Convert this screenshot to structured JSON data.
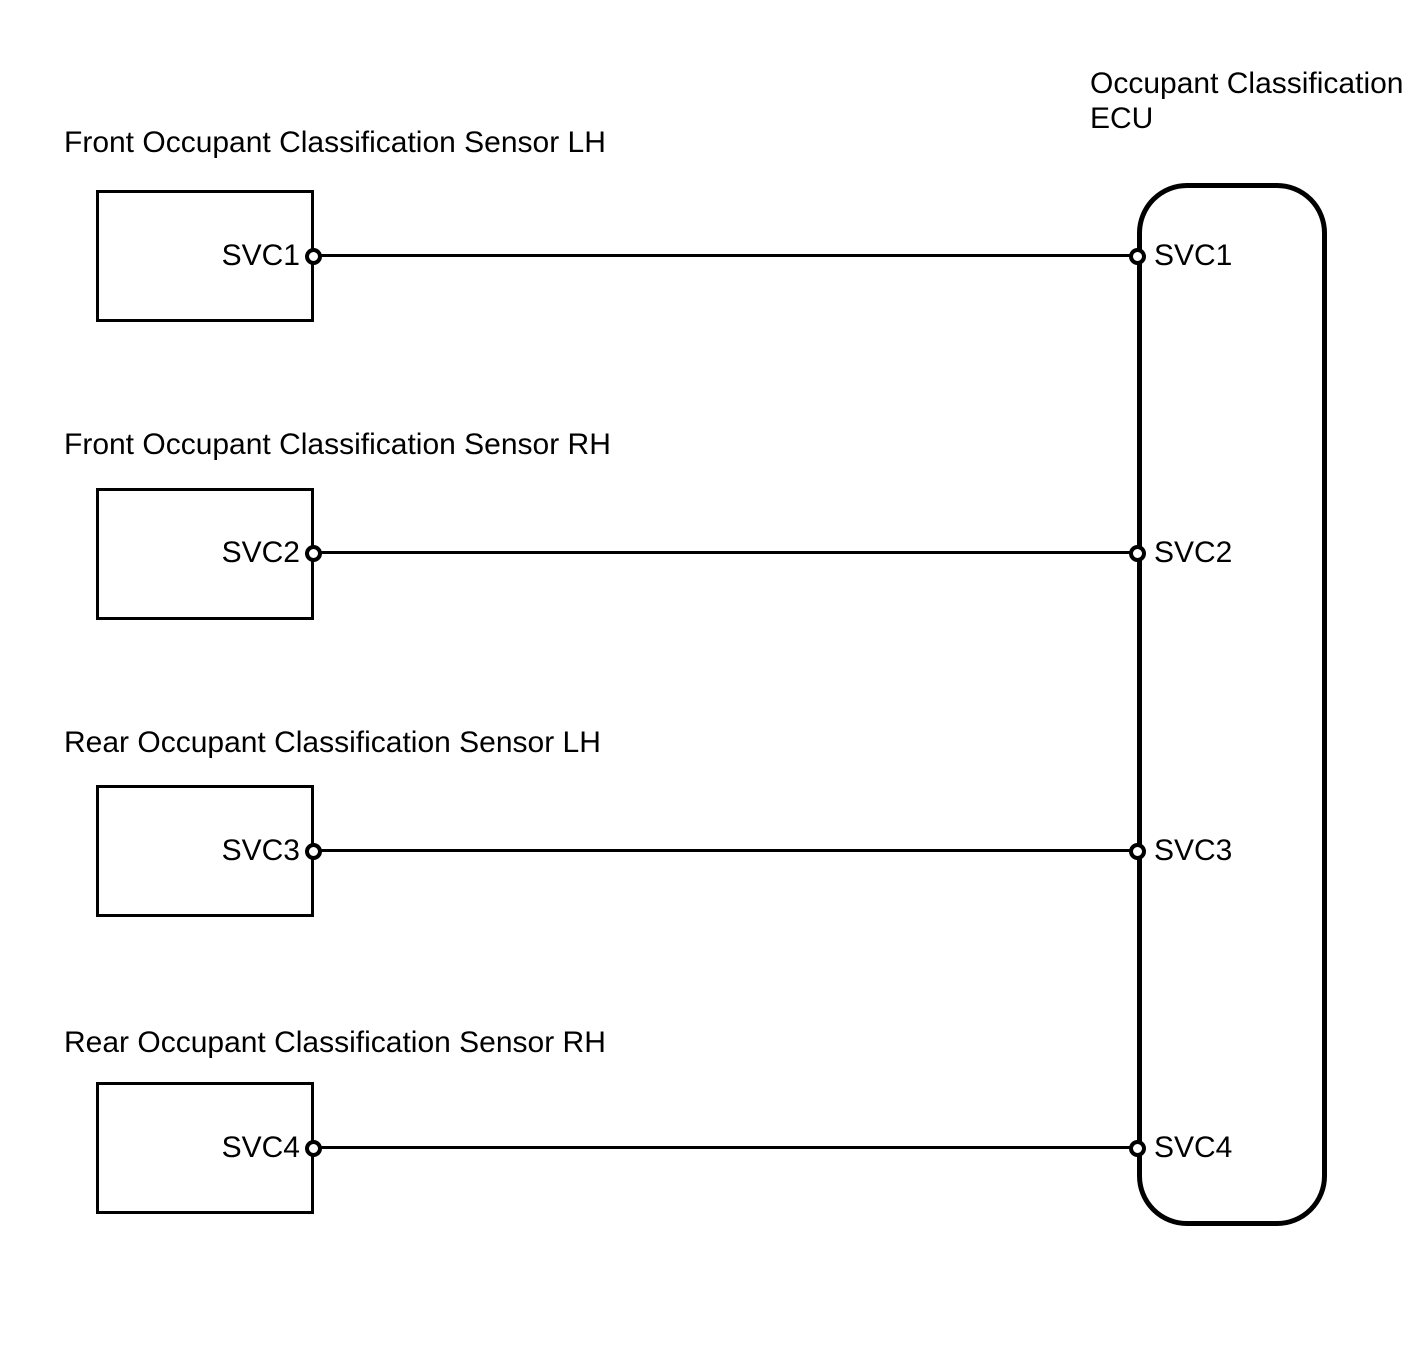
{
  "diagram": {
    "ecu": {
      "title_line1": "Occupant Classification",
      "title_line2": "ECU",
      "pins": [
        "SVC1",
        "SVC2",
        "SVC3",
        "SVC4"
      ]
    },
    "sensors": [
      {
        "label": "Front Occupant Classification Sensor LH",
        "pin": "SVC1"
      },
      {
        "label": "Front Occupant Classification Sensor RH",
        "pin": "SVC2"
      },
      {
        "label": "Rear Occupant Classification Sensor LH",
        "pin": "SVC3"
      },
      {
        "label": "Rear Occupant Classification Sensor RH",
        "pin": "SVC4"
      }
    ],
    "colors": {
      "line": "#000000",
      "background": "#ffffff",
      "text": "#000000"
    }
  }
}
